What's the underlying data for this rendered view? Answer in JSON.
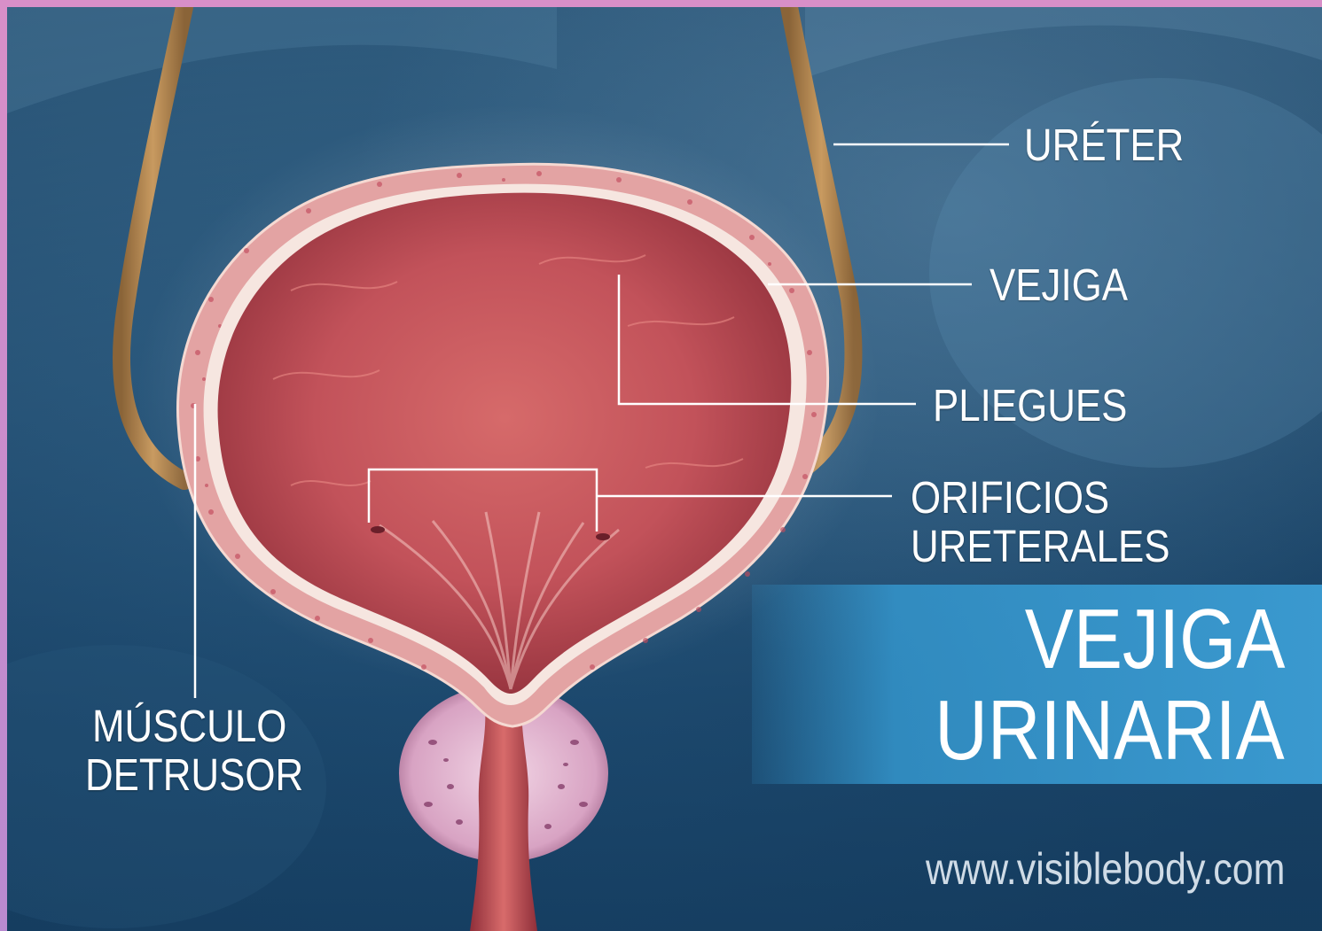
{
  "labels": {
    "ureter": "URÉTER",
    "bladder": "VEJIGA",
    "folds": "PLIEGUES",
    "orifices_line1": "ORIFICIOS",
    "orifices_line2": "URETERALES",
    "detrusor_line1": "MÚSCULO",
    "detrusor_line2": "DETRUSOR"
  },
  "title": {
    "line1": "VEJIGA",
    "line2": "URINARIA"
  },
  "website": "www.visiblebody.com",
  "colors": {
    "background": "#2f5f84",
    "title_band": "#3a99cf",
    "ureter": "#b88a52",
    "bladder_wall": "#e3a3a3",
    "bladder_interior": "#b9444a",
    "leader_lines": "#ffffff"
  }
}
